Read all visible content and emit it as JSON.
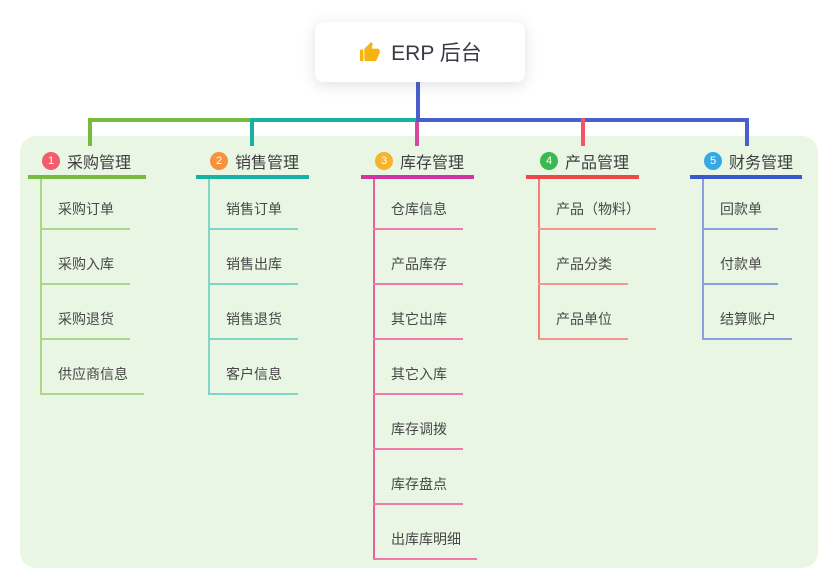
{
  "root": {
    "label": "ERP 后台",
    "icon": "thumbs-up-icon",
    "icon_color": "#f6b40e",
    "connector_color": "#4a5fcb"
  },
  "panel_color": "#e9f6e4",
  "branches": [
    {
      "badge": "1",
      "label": "采购管理",
      "badge_color": "#f25c6e",
      "line_color": "#76ba3e",
      "connector_color": "#76ba3e",
      "trunk_color": "#a9d786",
      "child_line_color": "#a9d786",
      "children": [
        "采购订单",
        "采购入库",
        "采购退货",
        "供应商信息"
      ]
    },
    {
      "badge": "2",
      "label": "销售管理",
      "badge_color": "#f8913e",
      "line_color": "#16b2a2",
      "connector_color": "#16b2a2",
      "trunk_color": "#7fd6c8",
      "child_line_color": "#7fd6c8",
      "children": [
        "销售订单",
        "销售出库",
        "销售退货",
        "客户信息"
      ]
    },
    {
      "badge": "3",
      "label": "库存管理",
      "badge_color": "#f7b32b",
      "line_color": "#cf35a2",
      "connector_color": "#d4489d",
      "trunk_color": "#ef5da1",
      "child_line_color": "#f178ad",
      "children": [
        "仓库信息",
        "产品库存",
        "其它出库",
        "其它入库",
        "库存调拨",
        "库存盘点",
        "出库库明细"
      ]
    },
    {
      "badge": "4",
      "label": "产品管理",
      "badge_color": "#3cb850",
      "line_color": "#ee4747",
      "connector_color": "#f25565",
      "trunk_color": "#f47d78",
      "child_line_color": "#f4968e",
      "children": [
        "产品（物料）",
        "产品分类",
        "产品单位"
      ]
    },
    {
      "badge": "5",
      "label": "财务管理",
      "badge_color": "#34a9e6",
      "line_color": "#3a58cd",
      "connector_color": "#4a5fcb",
      "trunk_color": "#8aa0de",
      "child_line_color": "#8aa0de",
      "children": [
        "回款单",
        "付款单",
        "结算账户"
      ]
    }
  ]
}
